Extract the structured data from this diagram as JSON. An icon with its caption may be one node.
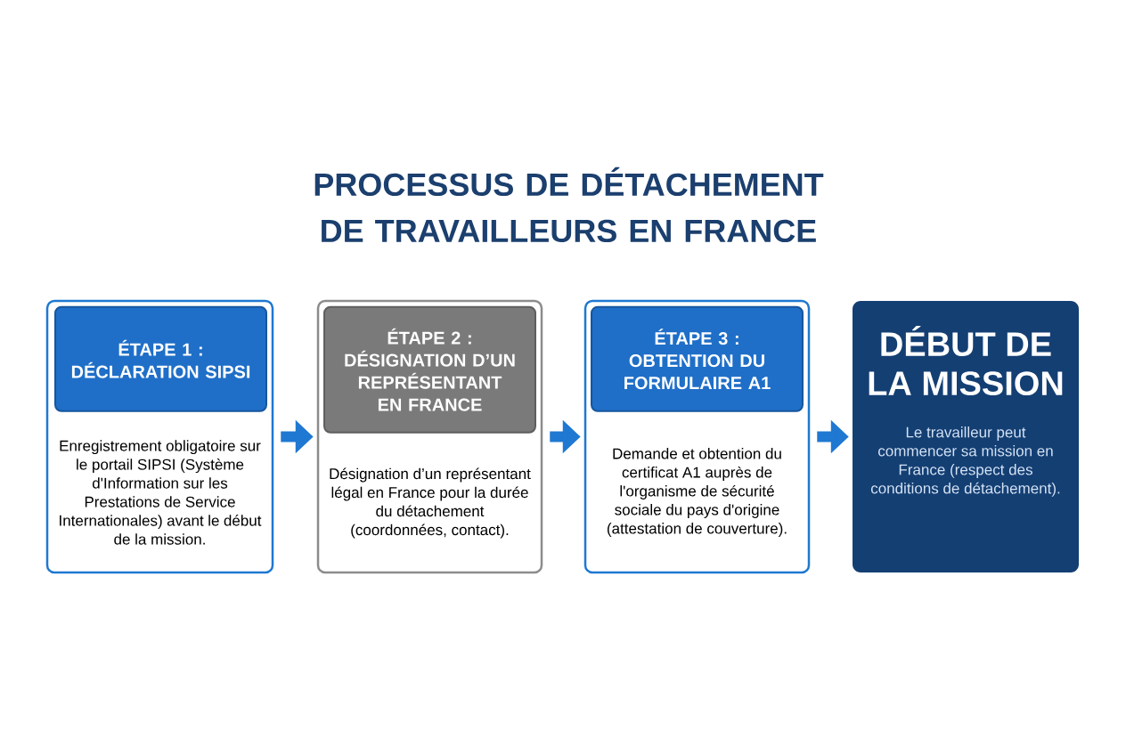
{
  "diagram": {
    "title": "PROCESSUS DE DÉTACHEMENT DE TRAVAILLEURS EN FRANCE",
    "nodes": [
      {
        "text": [
          "Enregistrement obligatoire sur le portail SIPSI (Système d'Information sur les Prestations de Service Internationales) avant le début de la mission."
        ]
      },
      {
        "text": [
          "ÉTAPE 1 : DÉCLARATION SIPSI"
        ],
        "in": 0
      },
      {
        "text": [
          "Désignation d’un représentant légal en France pour la durée du détachement (coordonnées, contact)."
        ]
      },
      {
        "text": [
          "ÉTAPE 2 : DÉSIGNATION D’UN REPRÉSENTANT EN FRANCE"
        ],
        "in": 2
      },
      {
        "text": [
          "Demande et obtention du certificat A1 auprès de l'organisme de sécurité sociale du pays d'origine (attestation de couverture)."
        ]
      },
      {
        "text": [
          "ÉTAPE 3 : OBTENTION DU FORMULAIRE A1"
        ],
        "in": 4
      },
      {
        "text": [
          "DÉBUT DE LA MISSION",
          "Le travailleur peut commencer sa mission en France (respect des conditions de détachement)."
        ]
      }
    ],
    "edges": [
      {
        "from": 0,
        "to": 2,
        "arrow": "to"
      },
      {
        "from": 2,
        "to": 4,
        "arrow": "to"
      },
      {
        "from": 4,
        "to": 6,
        "arrow": "to"
      }
    ]
  }
}
